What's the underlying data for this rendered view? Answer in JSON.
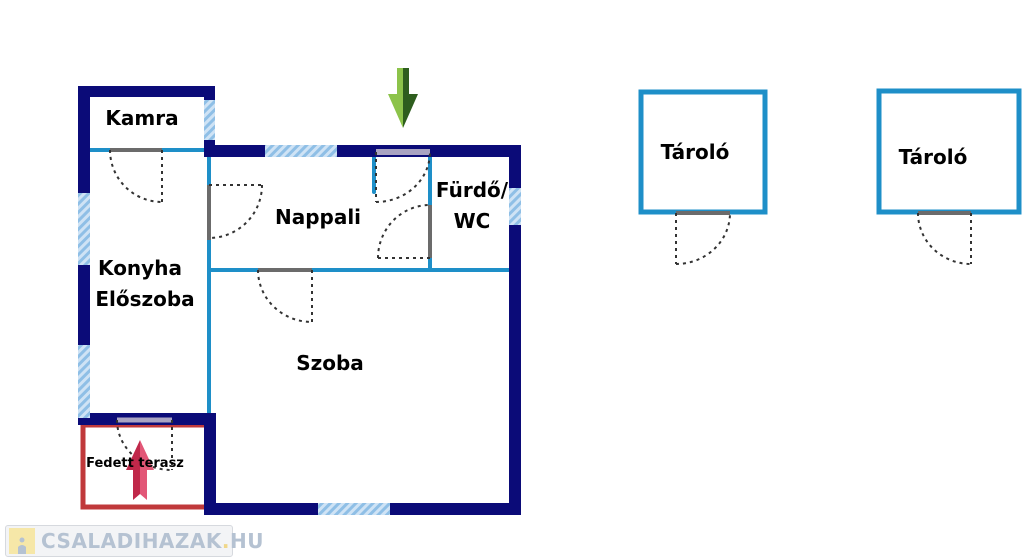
{
  "rooms": {
    "kamra": "Kamra",
    "nappali": "Nappali",
    "furdo_line1": "Fürdő/",
    "furdo_line2": "WC",
    "konyha_line1": "Konyha",
    "konyha_line2": "Előszoba",
    "szoba": "Szoba",
    "terasz": "Fedett terasz",
    "tarolo_1": "Tároló",
    "tarolo_2": "Tároló"
  },
  "logo": {
    "text": "CSALADIHAZAK",
    "dot": ".",
    "tld": "HU"
  },
  "colors": {
    "outer_wall": "#0b0b78",
    "inner_wall": "#1e8fc8",
    "terrace": "#c0393b",
    "entry_arrow": "#5a9e2f",
    "terrace_arrow": "#d03a5a"
  }
}
